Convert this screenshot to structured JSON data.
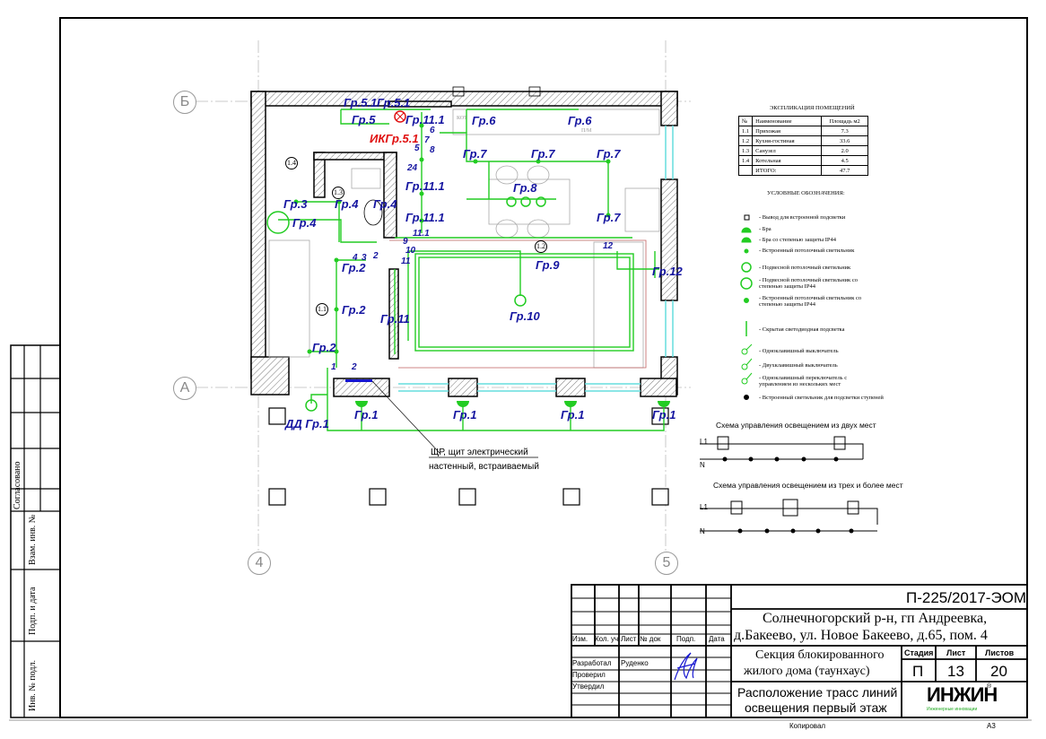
{
  "axes": {
    "b": "Б",
    "a": "А",
    "four": "4",
    "five": "5"
  },
  "plan": {
    "group_labels": [
      "Гр.5.1",
      "Гр.5.1",
      "Гр.5",
      "Гр.11.1",
      "Гр.6",
      "Гр.6",
      "Гр.7",
      "Гр.7",
      "Гр.7",
      "Гр.7",
      "Гр.8",
      "Гр.11.1",
      "Гр.11.1",
      "Гр.3",
      "Гр.4",
      "Гр.4",
      "Гр.4",
      "Гр.2",
      "Гр.2",
      "Гр.2",
      "Гр.11",
      "Гр.9",
      "Гр.10",
      "Гр.12",
      "Гр.1",
      "Гр.1",
      "Гр.1",
      "Гр.1",
      "ДД Гр.1"
    ],
    "red_label": "ИКГр.5.1",
    "switch_numbers": [
      "6",
      "7",
      "8",
      "5",
      "24",
      "11.1",
      "9",
      "10",
      "11",
      "4",
      "3",
      "2",
      "1",
      "2",
      "12"
    ],
    "rooms": [
      "1.4",
      "1.3",
      "1.2",
      "1.1"
    ],
    "furniture": {
      "boiler": "КОТ",
      "dishwasher": "П/М"
    },
    "panel_note": [
      "ЩР, щит электрический",
      "настенный, встраиваемый"
    ]
  },
  "room_table": {
    "title": "ЭКСПЛИКАЦИЯ ПОМЕЩЕНИЙ",
    "headers": [
      "№",
      "Наименование",
      "Площадь м2"
    ],
    "rows": [
      [
        "1.1",
        "Прихожая",
        "7.3"
      ],
      [
        "1.2",
        "Кухня-гостиная",
        "33.6"
      ],
      [
        "1.3",
        "Санузел",
        "2.0"
      ],
      [
        "1.4",
        "Котельная",
        "4.5"
      ]
    ],
    "total_label": "ИТОГО:",
    "total": "47.7"
  },
  "legend": {
    "title": "УСЛОВНЫЕ ОБОЗНАЧЕНИЯ:",
    "items": [
      "- Вывод для встроенной подсветки",
      "- Бра",
      "- Бра со степенью защиты IP44",
      "- Встроенный потолочный светильник",
      "- Подвесной потолочный светильник",
      "- Подвесной потолочный светильник со степенью защиты IP44",
      "- Встроенный потолочный светильник со степенью защиты IP44",
      "- Скрытая светодиодная подсветка",
      "- Одноклавишный выключатель",
      "- Двухклавишный выключатель",
      "- Одноклавишный переключатель с управлением из нескольких мест",
      "- Встроенный светильник для подсветки ступеней"
    ]
  },
  "schemes": {
    "two_places": "Схема управления освещением из двух мест",
    "three_places": "Схема управления освещением из трех и более мест",
    "l1": "L1",
    "n": "N"
  },
  "side_strip": [
    "Согласовано",
    "Взам. инв. №",
    "Подп. и дата",
    "Инв. № подл."
  ],
  "title_block": {
    "code": "П-225/2017-ЭОМ",
    "address_line1": "Солнечногорский р-н, гп Андреевка,",
    "address_line2": "д.Бакеево, ул. Новое Бакеево, д.65, пом. 4",
    "object_line1": "Секция блокированного",
    "object_line2": "жилого дома (таунхаус)",
    "sheet_title_line1": "Расположение трасс линий",
    "sheet_title_line2": "освещения первый этаж",
    "col_headers": [
      "Изм.",
      "Кол. уч.",
      "Лист",
      "№ док",
      "Подп.",
      "Дата"
    ],
    "roles": [
      "Разработал",
      "Проверил",
      "Утвердил"
    ],
    "developer": "Руденко",
    "stage_label": "Стадия",
    "sheet_label": "Лист",
    "sheets_label": "Листов",
    "stage": "П",
    "sheet": "13",
    "sheets": "20",
    "logo": "ИНЖИН",
    "logo_sub": "Инженерные инновации",
    "copied": "Копировал",
    "format": "А3"
  },
  "colors": {
    "wiring": "#22cc22",
    "labels": "#1515a0",
    "alarm": "#e01010",
    "glazing": "#66dddd"
  }
}
